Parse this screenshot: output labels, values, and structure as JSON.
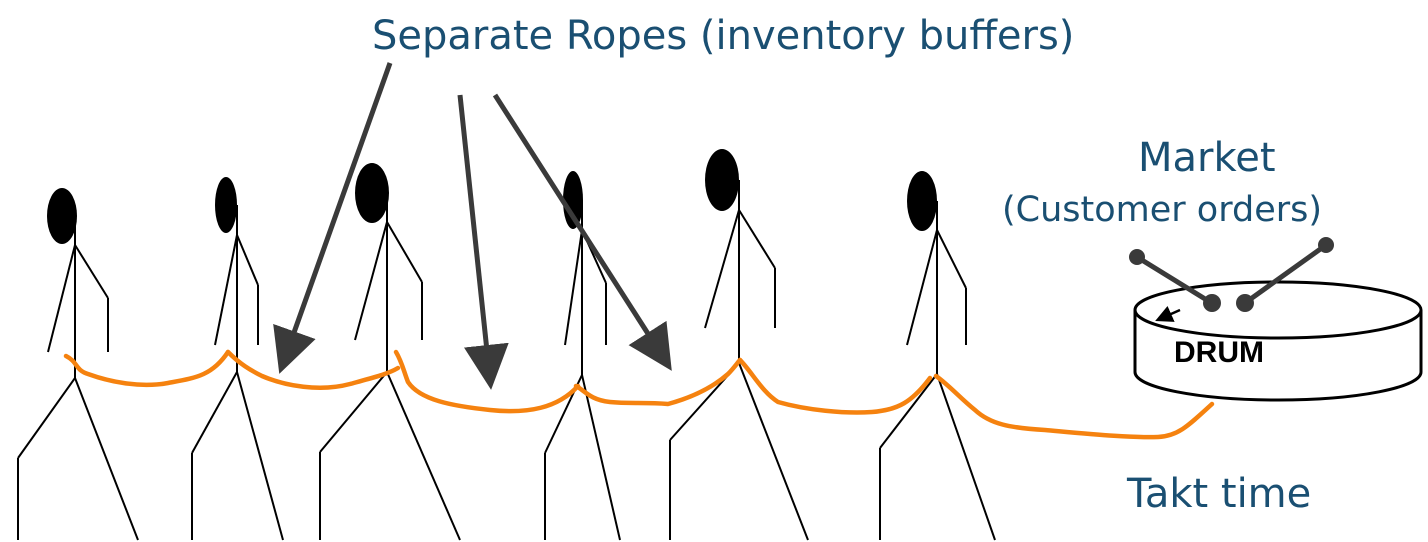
{
  "title": "Separate Ropes (inventory buffers)",
  "market": {
    "label": "Market",
    "sublabel": "(Customer orders)"
  },
  "drum": {
    "label": "DRUM"
  },
  "takt": {
    "label": "Takt time"
  },
  "colors": {
    "label_text": "#1a4f72",
    "rope": "#f5820f",
    "arrow": "#3a3a3a",
    "figure": "#000000"
  },
  "icons": [
    "stick-figure",
    "drum-icon",
    "drumstick-icon",
    "arrow-icon"
  ]
}
